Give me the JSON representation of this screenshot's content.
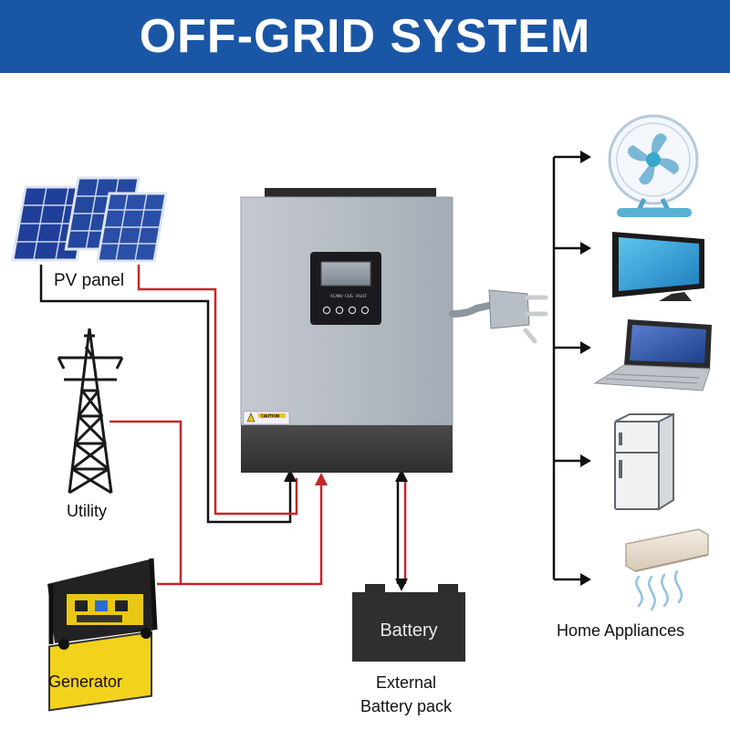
{
  "header": {
    "title": "OFF-GRID SYSTEM"
  },
  "sources": {
    "pv_panel": "PV panel",
    "utility": "Utility",
    "generator": "Generator"
  },
  "inverter": {
    "caution_label": "CAUTION",
    "status_labels": [
      "AC/INV",
      "CHG",
      "FAULT"
    ]
  },
  "battery": {
    "label": "Battery",
    "caption_line1": "External",
    "caption_line2": "Battery pack"
  },
  "loads": {
    "label": "Home Appliances",
    "items": [
      "fan-icon",
      "tv-icon",
      "laptop-icon",
      "refrigerator-icon",
      "air-conditioner-icon"
    ]
  },
  "colors": {
    "banner": "#1a56a6",
    "red_wire": "#c8252a",
    "black_wire": "#111111"
  }
}
